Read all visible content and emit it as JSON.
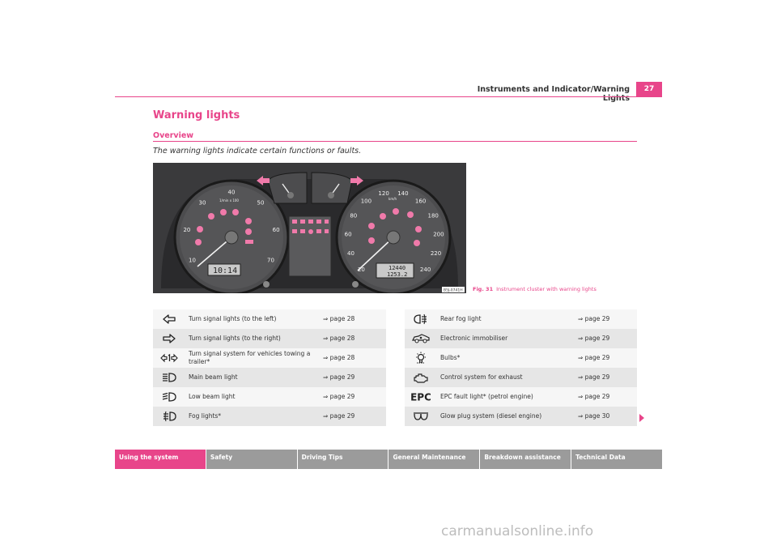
{
  "header": {
    "title": "Instruments and Indicator/Warning Lights",
    "page_number": "27"
  },
  "section": {
    "title": "Warning lights",
    "subtitle": "Overview",
    "intro": "The warning lights indicate certain functions or faults."
  },
  "figure": {
    "number": "Fig. 31",
    "caption": "Instrument cluster with warning lights",
    "code": "B5J-0741H",
    "tach_ticks": [
      "10",
      "20",
      "30",
      "40",
      "50",
      "60",
      "70"
    ],
    "tach_unit": "1/min x 100",
    "speed_ticks": [
      "20",
      "40",
      "60",
      "80",
      "100",
      "120",
      "140",
      "160",
      "180",
      "200",
      "220",
      "240"
    ],
    "speed_unit": "km/h",
    "clock": "10:14",
    "odo_total": "12440",
    "odo_trip": "1253.2",
    "accent_color": "#f07aaa"
  },
  "left_table": [
    {
      "icon": "turn-signal-left-icon",
      "label": "Turn signal lights (to the left)",
      "ref": "⇒ page 28"
    },
    {
      "icon": "turn-signal-right-icon",
      "label": "Turn signal lights (to the right)",
      "ref": "⇒ page 28"
    },
    {
      "icon": "trailer-turn-signal-icon",
      "label": "Turn signal system for vehicles towing a trailer*",
      "ref": "⇒ page 28"
    },
    {
      "icon": "main-beam-icon",
      "label": "Main beam light",
      "ref": "⇒ page 29"
    },
    {
      "icon": "low-beam-icon",
      "label": "Low beam light",
      "ref": "⇒ page 29"
    },
    {
      "icon": "fog-light-icon",
      "label": "Fog lights*",
      "ref": "⇒ page 29"
    }
  ],
  "right_table": [
    {
      "icon": "rear-fog-light-icon",
      "label": "Rear fog light",
      "ref": "⇒ page 29"
    },
    {
      "icon": "immobiliser-icon",
      "label": "Electronic immobiliser",
      "ref": "⇒ page 29"
    },
    {
      "icon": "bulb-icon",
      "label": "Bulbs*",
      "ref": "⇒ page 29"
    },
    {
      "icon": "engine-icon",
      "label": "Control system for exhaust",
      "ref": "⇒ page 29"
    },
    {
      "icon": "epc-icon",
      "label": "EPC fault light* (petrol engine)",
      "ref": "⇒ page 29",
      "icon_text": "EPC"
    },
    {
      "icon": "glow-plug-icon",
      "label": "Glow plug system (diesel engine)",
      "ref": "⇒ page 30"
    }
  ],
  "footer_tabs": [
    {
      "label": "Using the system",
      "active": true
    },
    {
      "label": "Safety"
    },
    {
      "label": "Driving Tips"
    },
    {
      "label": "General Maintenance"
    },
    {
      "label": "Breakdown assistance"
    },
    {
      "label": "Technical Data"
    }
  ],
  "watermark": "carmanualsonline.info",
  "colors": {
    "accent": "#e8458a",
    "tab_inactive": "#9b9b9b"
  }
}
